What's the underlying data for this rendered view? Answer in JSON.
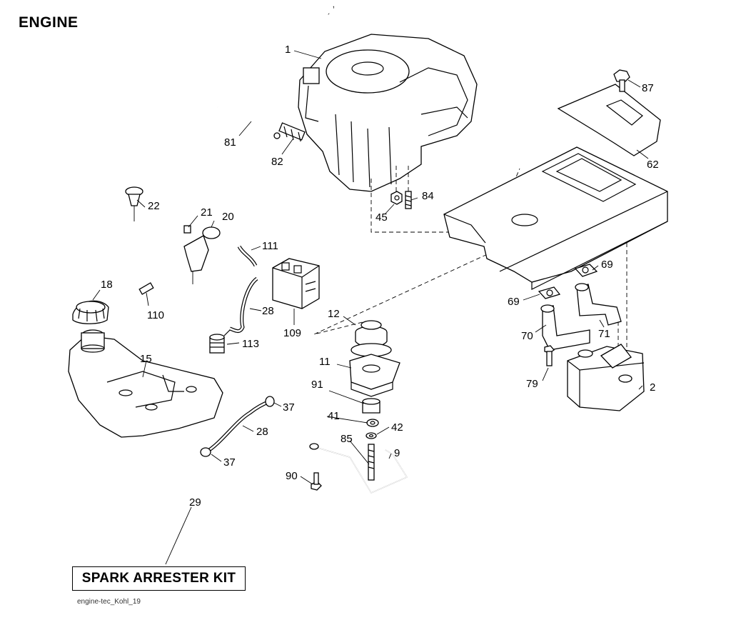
{
  "title": "ENGINE",
  "top_mark": "ˏ  ʼ",
  "spark_kit_label": "SPARK ARRESTER KIT",
  "caption": "engine-tec_Kohl_19",
  "labels": {
    "p1": "1",
    "p2": "2",
    "p9": "9",
    "p11": "11",
    "p12": "12",
    "p15": "15",
    "p18": "18",
    "p20": "20",
    "p21": "21",
    "p22": "22",
    "p28a": "28",
    "p28b": "28",
    "p29": "29",
    "p37a": "37",
    "p37b": "37",
    "p41": "41",
    "p42": "42",
    "p45": "45",
    "p62": "62",
    "p69a": "69",
    "p69b": "69",
    "p70": "70",
    "p71": "71",
    "p79": "79",
    "p81": "81",
    "p82": "82",
    "p84": "84",
    "p85": "85",
    "p87": "87",
    "p90": "90",
    "p91": "91",
    "p109": "109",
    "p110": "110",
    "p111": "111",
    "p113": "113"
  }
}
